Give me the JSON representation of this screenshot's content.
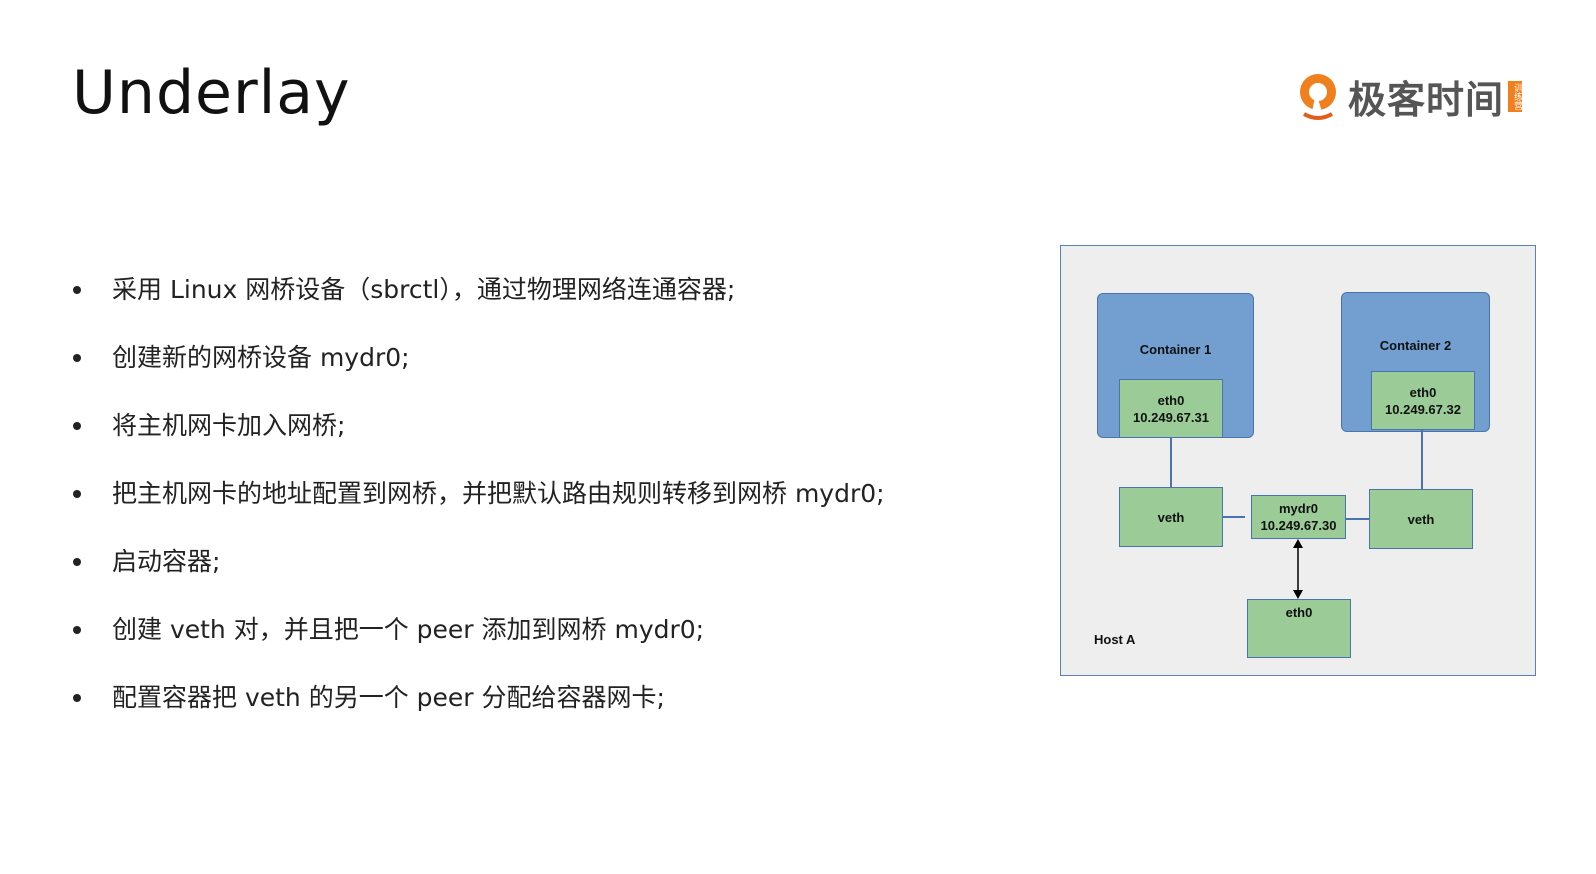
{
  "title": "Underlay",
  "logo": {
    "name": "极客时间",
    "badge": "训练营"
  },
  "bullets": [
    "采用 Linux  网桥设备（sbrctl），通过物理网络连通容器;",
    "创建新的网桥设备 mydr0;",
    "将主机网卡加入网桥;",
    "把主机网卡的地址配置到网桥，并把默认路由规则转移到网桥 mydr0;",
    "启动容器;",
    "创建 veth 对，并且把一个 peer 添加到网桥 mydr0;",
    "配置容器把 veth 的另一个 peer 分配给容器网卡;"
  ],
  "diagram": {
    "host_label": "Host A",
    "container1": {
      "label": "Container 1",
      "iface": "eth0",
      "ip": "10.249.67.31"
    },
    "container2": {
      "label": "Container 2",
      "iface": "eth0",
      "ip": "10.249.67.32"
    },
    "veth_left": "veth",
    "veth_right": "veth",
    "bridge": {
      "name": "mydr0",
      "ip": "10.249.67.30"
    },
    "host_iface": "eth0",
    "colors": {
      "container": "#729fcf",
      "iface": "#9bcc97",
      "border": "#4a74b0",
      "background": "#eeeeee"
    }
  }
}
